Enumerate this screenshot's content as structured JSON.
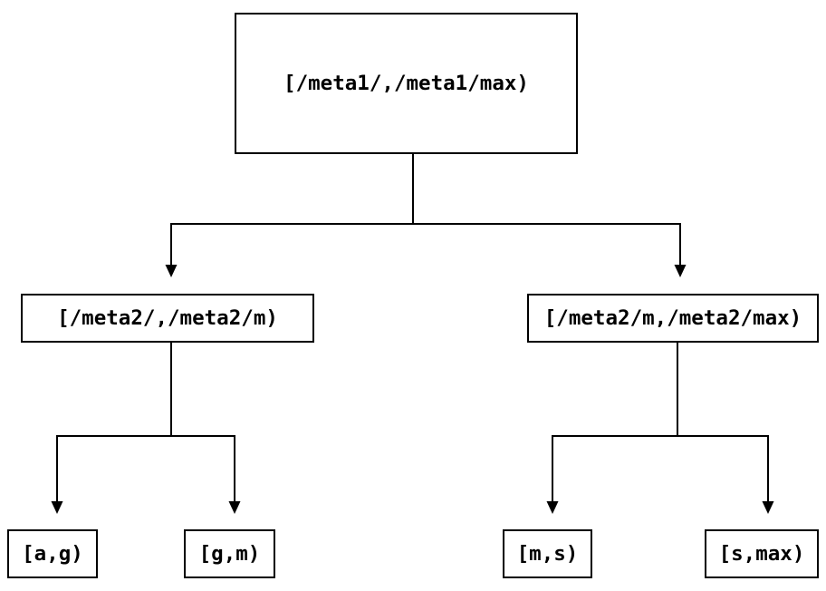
{
  "diagram": {
    "type": "tree",
    "nodes": {
      "root": {
        "label": "[/meta1/,/meta1/max)"
      },
      "left_child": {
        "label": "[/meta2/,/meta2/m)"
      },
      "right_child": {
        "label": "[/meta2/m,/meta2/max)"
      },
      "leaf_ag": {
        "label": "[a,g)"
      },
      "leaf_gm": {
        "label": "[g,m)"
      },
      "leaf_ms": {
        "label": "[m,s)"
      },
      "leaf_smax": {
        "label": "[s,max)"
      }
    },
    "edges": [
      {
        "from": "root",
        "to": "left_child"
      },
      {
        "from": "root",
        "to": "right_child"
      },
      {
        "from": "left_child",
        "to": "leaf_ag"
      },
      {
        "from": "left_child",
        "to": "leaf_gm"
      },
      {
        "from": "right_child",
        "to": "leaf_ms"
      },
      {
        "from": "right_child",
        "to": "leaf_smax"
      }
    ],
    "colors": {
      "line": "#000000",
      "text": "#000000",
      "node_background": "#ffffff",
      "page_background": "#ffffff"
    }
  }
}
